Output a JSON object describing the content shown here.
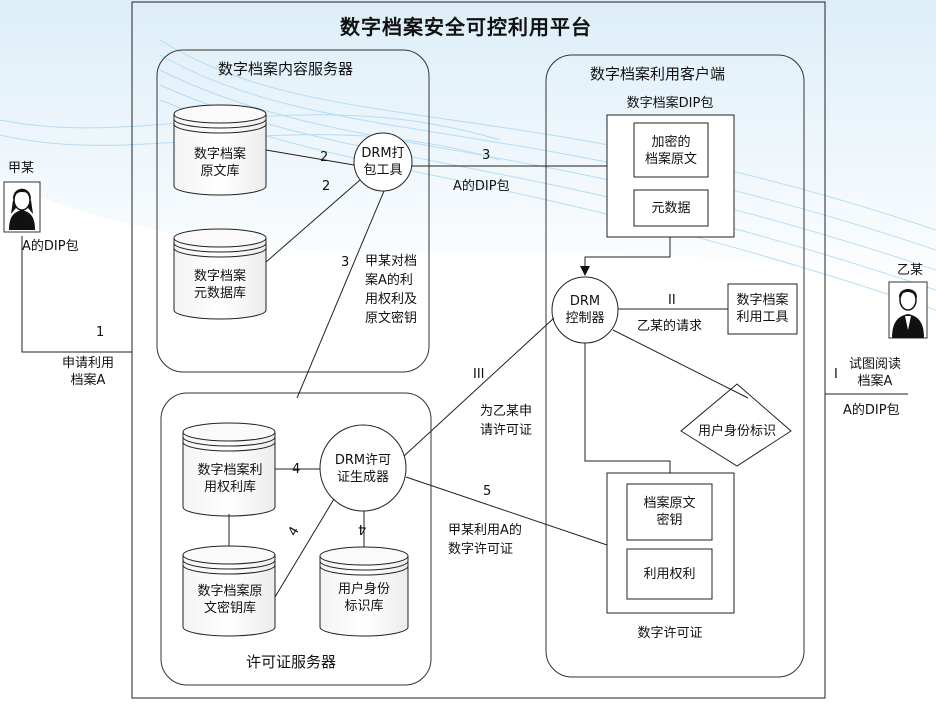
{
  "platform_title": "数字档案安全可控利用平台",
  "content_server": {
    "title": "数字档案内容服务器",
    "original_db": [
      "数字档案",
      "原文库"
    ],
    "metadata_db": [
      "数字档案",
      "元数据库"
    ],
    "drm_pack_tool": [
      "DRM打",
      "包工具"
    ]
  },
  "client": {
    "title": "数字档案利用客户端",
    "dip_package_title": "数字档案DIP包",
    "encrypted_original": [
      "加密的",
      "档案原文"
    ],
    "metadata": "元数据",
    "drm_controller": [
      "DRM",
      "控制器"
    ],
    "usage_tool": [
      "数字档案",
      "利用工具"
    ],
    "user_id": "用户身份标识",
    "license_key": [
      "档案原文",
      "密钥"
    ],
    "license_rights": "利用权利",
    "license_title": "数字许可证"
  },
  "license_server": {
    "title": "许可证服务器",
    "rights_db": [
      "数字档案利",
      "用权利库"
    ],
    "key_db": [
      "数字档案原",
      "文密钥库"
    ],
    "license_gen": [
      "DRM许可",
      "证生成器"
    ],
    "user_id_db": [
      "用户身份",
      "标识库"
    ]
  },
  "actors": {
    "a": {
      "name": "甲某",
      "dip": "A的DIP包",
      "request": [
        "申请利用",
        "档案A"
      ]
    },
    "b": {
      "name": "乙某",
      "try": [
        "试图阅读",
        "档案A"
      ],
      "dip": "A的DIP包"
    }
  },
  "edge_labels": {
    "n1": "1",
    "n2a": "2",
    "n2b": "2",
    "n3a": "3",
    "n3b": "3",
    "n4a": "4",
    "n4b": "4",
    "n4c": "4",
    "n5": "5",
    "rI": "I",
    "rII": "II",
    "rIII": "III",
    "dip_a": "A的DIP包",
    "rights_key": [
      "甲某对档",
      "案A的利",
      "用权利及",
      "原文密钥"
    ],
    "b_request": "乙某的请求",
    "apply_license": [
      "为乙某申",
      "请许可证"
    ],
    "a_license": [
      "甲某利用A的",
      "数字许可证"
    ]
  }
}
